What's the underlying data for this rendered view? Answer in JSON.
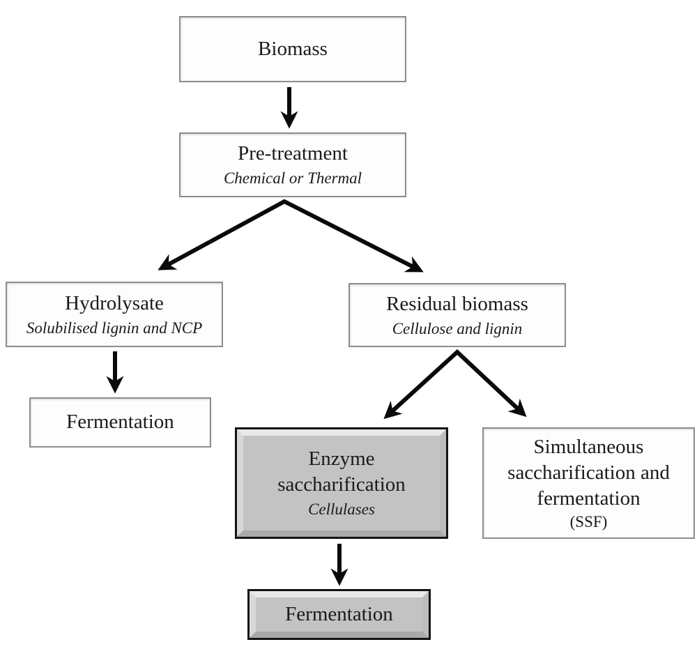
{
  "figure": {
    "type": "flowchart",
    "background": "#ffffff"
  },
  "colors": {
    "light_box_fill": "#fdfdfd",
    "light_box_border": "#8d8d8d",
    "gray_box_fill": "#c3c3c3",
    "gray_box_border": "#141414",
    "arrow": "#0a0a0a",
    "text": "#1a1a1a"
  },
  "nodes": {
    "biomass": {
      "label": "Biomass"
    },
    "pretreatment": {
      "label": "Pre-treatment",
      "subtitle": "Chemical or Thermal"
    },
    "hydrolysate": {
      "label": "Hydrolysate",
      "subtitle": "Solubilised lignin and NCP"
    },
    "residual_biomass": {
      "label": "Residual biomass",
      "subtitle": "Cellulose and lignin"
    },
    "fermentation_left": {
      "label": "Fermentation"
    },
    "enzyme_saccharification": {
      "label": "Enzyme saccharification",
      "subtitle": "Cellulases"
    },
    "ssf": {
      "label": "Simultaneous saccharification and fermentation",
      "subtitle": "(SSF)"
    },
    "fermentation_bottom": {
      "label": "Fermentation"
    }
  },
  "edges": [
    {
      "from": "biomass",
      "to": "pretreatment"
    },
    {
      "from": "pretreatment",
      "to": "hydrolysate"
    },
    {
      "from": "pretreatment",
      "to": "residual_biomass"
    },
    {
      "from": "hydrolysate",
      "to": "fermentation_left"
    },
    {
      "from": "residual_biomass",
      "to": "enzyme_saccharification"
    },
    {
      "from": "residual_biomass",
      "to": "ssf"
    },
    {
      "from": "enzyme_saccharification",
      "to": "fermentation_bottom"
    }
  ]
}
